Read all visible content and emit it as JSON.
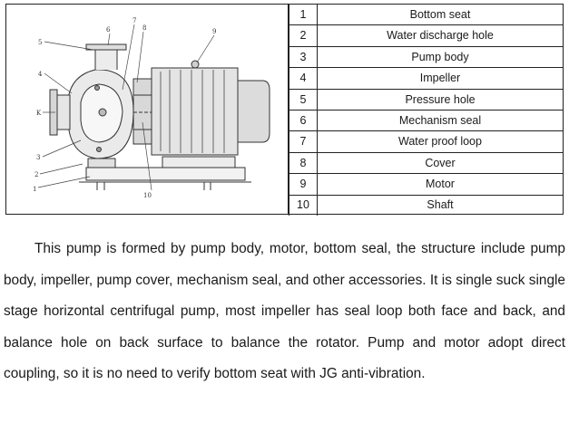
{
  "figure": {
    "callouts": [
      "1",
      "2",
      "3",
      "4",
      "5",
      "6",
      "7",
      "8",
      "9",
      "10",
      "K"
    ]
  },
  "parts_table": {
    "rows": [
      {
        "num": "1",
        "name": "Bottom seat"
      },
      {
        "num": "2",
        "name": "Water discharge hole"
      },
      {
        "num": "3",
        "name": "Pump body"
      },
      {
        "num": "4",
        "name": "Impeller"
      },
      {
        "num": "5",
        "name": "Pressure hole"
      },
      {
        "num": "6",
        "name": "Mechanism seal"
      },
      {
        "num": "7",
        "name": "Water proof loop"
      },
      {
        "num": "8",
        "name": "Cover"
      },
      {
        "num": "9",
        "name": "Motor"
      },
      {
        "num": "10",
        "name": "Shaft"
      }
    ]
  },
  "description": "This pump is formed by pump body, motor, bottom seal, the structure include pump body, impeller, pump cover, mechanism seal, and other accessories. It is single suck single stage horizontal centrifugal pump, most impeller has seal loop both face and back, and balance hole on back surface to balance the rotator. Pump and motor adopt direct coupling, so it is no need to verify bottom seat with JG anti-vibration."
}
